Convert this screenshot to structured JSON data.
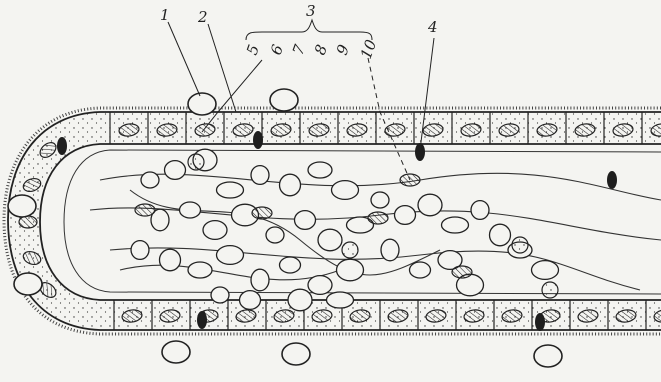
{
  "labels": {
    "n1": "1",
    "n2": "2",
    "n3": "3",
    "n4": "4",
    "n5": "5",
    "n6": "6",
    "n7": "7",
    "n8": "8",
    "n9": "9",
    "n10": "10"
  },
  "colors": {
    "background": "#f4f4f1",
    "ink": "#222222",
    "dark_cell": "#1e1e1e"
  }
}
